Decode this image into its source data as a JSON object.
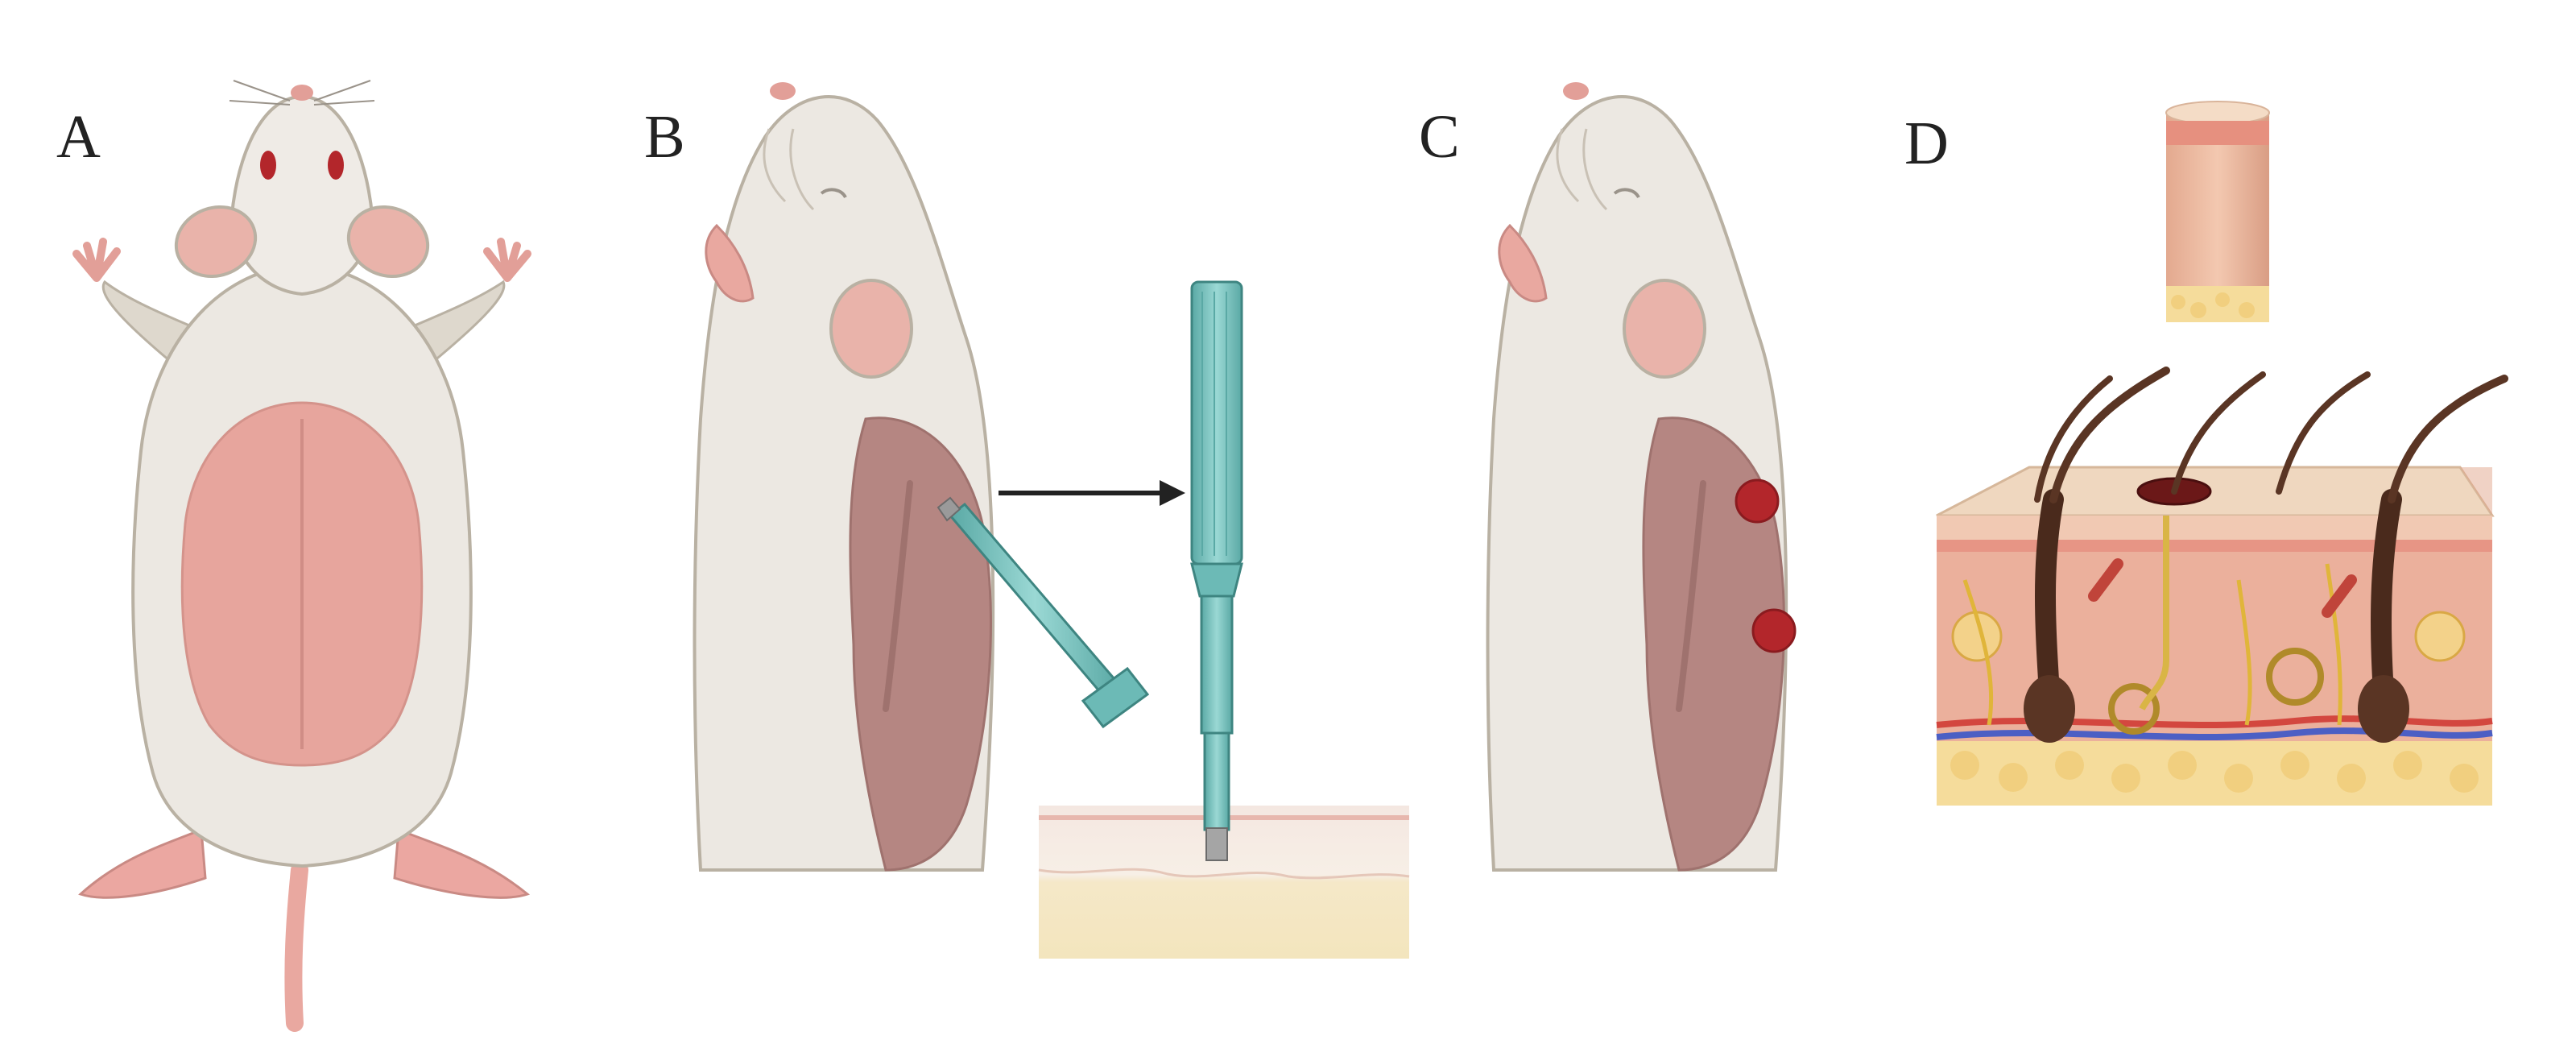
{
  "panels": [
    {
      "label": "A"
    },
    {
      "label": "B"
    },
    {
      "label": "C"
    },
    {
      "label": "D"
    }
  ],
  "colors": {
    "fur": "#ece8e2",
    "fur_shadow": "#d9d3c8",
    "fur_outline": "#b9b1a3",
    "pink": "#e9a8a0",
    "shaved_skin_A": "#e7a59d",
    "shaved_skin_BC": "#b58682",
    "punch_tool": "#7fc8c4",
    "punch_tool_dark": "#4f9f9b",
    "wound": "#b3262b",
    "epidermis": "#f3d2b5",
    "dermis": "#ebb09c",
    "fat": "#f5dc9b",
    "hair": "#4a2a1c",
    "nerve": "#e0b53a",
    "artery": "#d3473f",
    "vein": "#4c5fc4",
    "arrow": "#222222"
  },
  "icons": [
    "mouse-ventral-icon",
    "mouse-side-icon",
    "biopsy-punch-icon",
    "skin-cross-section-icon",
    "skin-core-icon"
  ]
}
